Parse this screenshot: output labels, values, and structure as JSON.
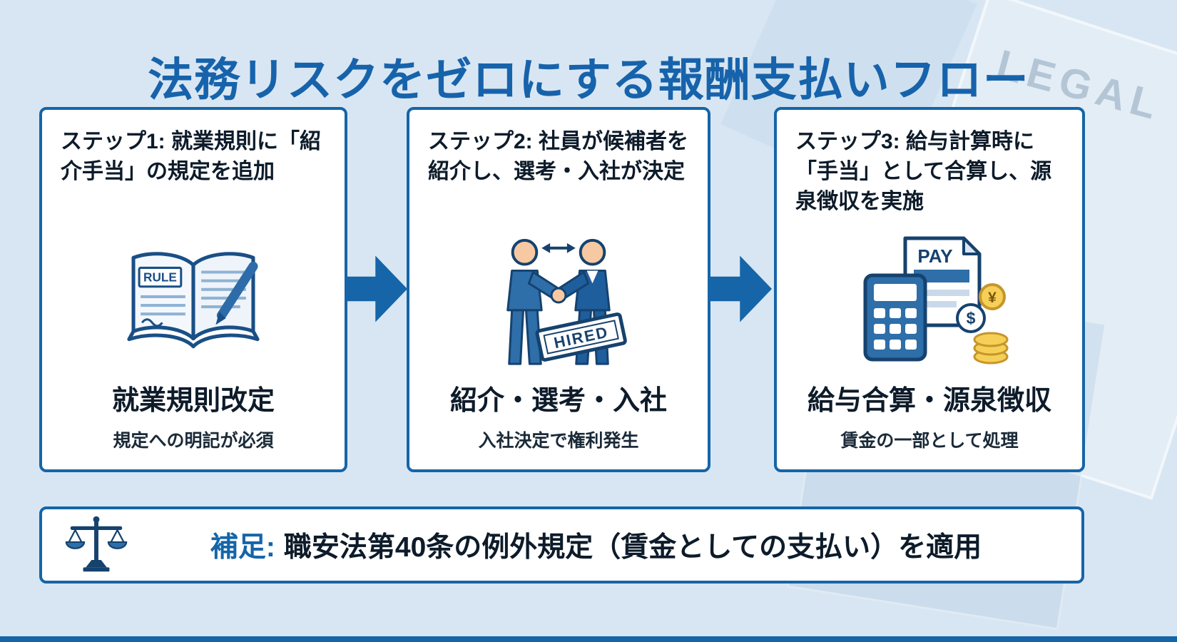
{
  "title": "法務リスクをゼロにする報酬支払いフロー",
  "background": {
    "watermark": "LEGAL"
  },
  "colors": {
    "accent": "#1565a8",
    "background": "#d8e6f3",
    "box_border": "#1565a8"
  },
  "steps": [
    {
      "header": "ステップ1: 就業規則に「紹介手当」の規定を追加",
      "icon": "rule-book-icon",
      "icon_text": "RULE",
      "caption": "就業規則改定",
      "note": "規定への明記が必須"
    },
    {
      "header": "ステップ2: 社員が候補者を紹介し、選考・入社が決定",
      "icon": "handshake-icon",
      "icon_text": "HIRED",
      "arrow_symbol": "↔",
      "caption": "紹介・選考・入社",
      "note": "入社決定で権利発生"
    },
    {
      "header": "ステップ3: 給与計算時に「手当」として合算し、源泉徴収を実施",
      "icon": "payroll-icon",
      "icon_text": "PAY",
      "yen_symbol": "¥",
      "dollar_symbol": "$",
      "caption": "給与合算・源泉徴収",
      "note": "賃金の一部として処理"
    }
  ],
  "footnote": {
    "prefix": "補足:",
    "text": "職安法第40条の例外規定（賃金としての支払い）を適用"
  }
}
